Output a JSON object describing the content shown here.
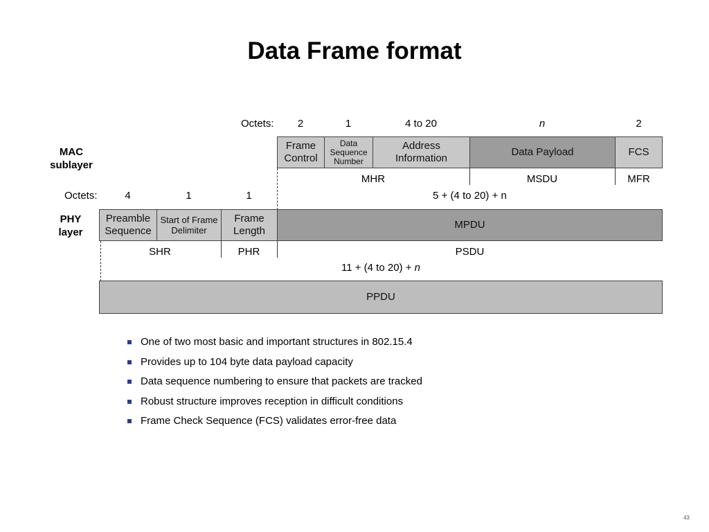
{
  "title": "Data Frame format",
  "mac": {
    "side_label_1": "MAC",
    "side_label_2": "sublayer",
    "octets_label": "Octets:",
    "octets": [
      "2",
      "1",
      "4 to 20",
      "n",
      "2"
    ],
    "fields": [
      {
        "line1": "Frame",
        "line2": "Control"
      },
      {
        "line1": "Data",
        "line2": "Sequence",
        "line3": "Number"
      },
      {
        "line1": "Address",
        "line2": "Information"
      },
      {
        "line1": "Data Payload"
      },
      {
        "line1": "FCS"
      }
    ],
    "groups": [
      "MHR",
      "MSDU",
      "MFR"
    ]
  },
  "phy": {
    "side_label_1": "PHY",
    "side_label_2": "layer",
    "octets_label": "Octets:",
    "octets": [
      "4",
      "1",
      "1",
      "5 + (4 to 20) + n"
    ],
    "fields": [
      {
        "line1": "Preamble",
        "line2": "Sequence"
      },
      {
        "line1": "Start of Frame",
        "line2": "Delimiter"
      },
      {
        "line1": "Frame",
        "line2": "Length"
      },
      {
        "line1": "MPDU"
      }
    ],
    "groups": [
      "SHR",
      "PHR",
      "PSDU"
    ],
    "total_prefix": "11 + (4 to 20) + ",
    "total_var": "n",
    "ppdu": "PPDU"
  },
  "bullets": [
    "One of two most basic and important structures in 802.15.4",
    "Provides up to 104 byte data payload capacity",
    "Data sequence numbering to ensure that packets are tracked",
    "Robust structure improves reception in difficult conditions",
    "Frame Check Sequence (FCS) validates error-free data"
  ],
  "page_number": "43",
  "colors": {
    "light_field": "#c8c8c8",
    "dark_field": "#9c9c9c",
    "ppdu_field": "#bdbdbd",
    "bullet": "#2b3a9a"
  }
}
